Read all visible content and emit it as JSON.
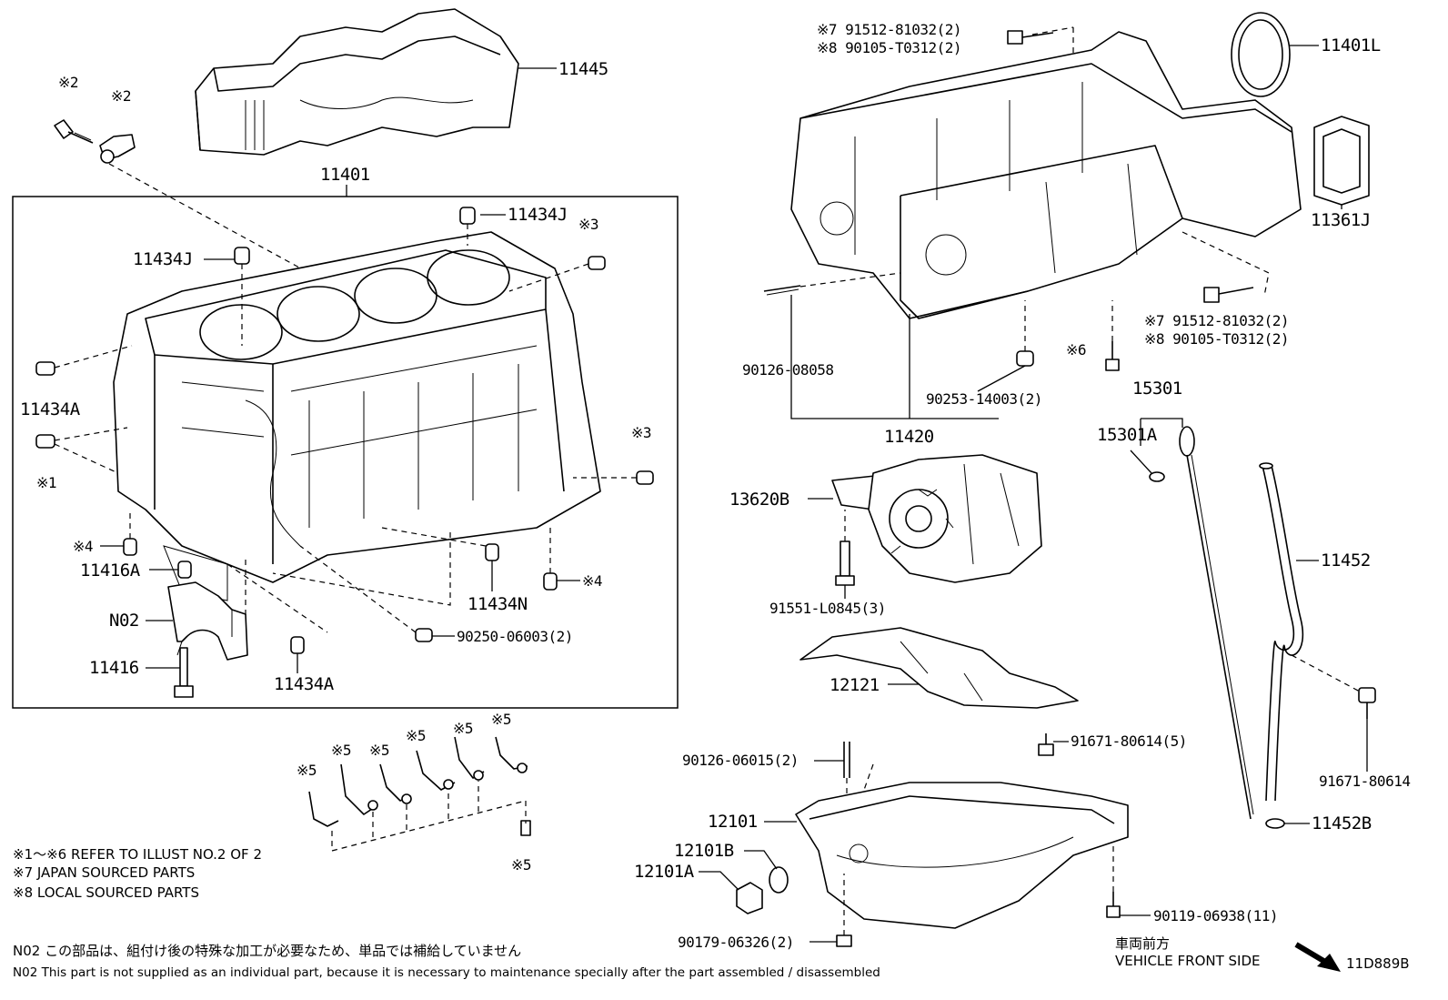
{
  "labels": {
    "p11445": "11445",
    "p11401": "11401",
    "p11401L": "11401L",
    "p11361J": "11361J",
    "p11434J_top": "11434J",
    "p11434J_left": "11434J",
    "p11434A_left": "11434A",
    "p11434A_bottom": "11434A",
    "p11434N": "11434N",
    "p11416A": "11416A",
    "pN02": "N02",
    "p11416": "11416",
    "p90250": "90250-06003(2)",
    "p90126_08058": "90126-08058",
    "p11420": "11420",
    "p90253": "90253-14003(2)",
    "p15301": "15301",
    "p15301A": "15301A",
    "p13620B": "13620B",
    "p91551": "91551-L0845(3)",
    "p11452": "11452",
    "p12121": "12121",
    "p91671_80614_5": "91671-80614(5)",
    "p91671_80614": "91671-80614",
    "p90126_06015": "90126-06015(2)",
    "p12101": "12101",
    "p12101B": "12101B",
    "p12101A": "12101A",
    "p11452B": "11452B",
    "p90119": "90119-06938(11)",
    "p90179": "90179-06326(2)",
    "bolt_top_1": "※7 91512-81032(2)",
    "bolt_top_2": "※8 90105-T0312(2)",
    "bolt_right_1": "※7 91512-81032(2)",
    "bolt_right_2": "※8 90105-T0312(2)",
    "ref2a": "※2",
    "ref2b": "※2",
    "ref3a": "※3",
    "ref3b": "※3",
    "ref1": "※1",
    "ref4a": "※4",
    "ref4b": "※4",
    "ref6": "※6",
    "ref5a": "※5",
    "ref5b": "※5",
    "ref5c": "※5",
    "ref5d": "※5",
    "ref5e": "※5",
    "ref5f": "※5",
    "ref5g": "※5"
  },
  "notes": {
    "n1": "※1～※6 REFER TO ILLUST NO.2 OF 2",
    "n7": "※7 JAPAN SOURCED PARTS",
    "n8": "※8 LOCAL SOURCED PARTS",
    "n02_jp": "N02  この部品は、組付け後の特殊な加工が必要なため、単品では補給していません",
    "n02_en": "N02  This part is not supplied as an individual part, because it is necessary to maintenance specially after the part assembled / disassembled",
    "front_jp": "車両前方",
    "front_en": "VEHICLE FRONT SIDE",
    "diagram_id": "11D889B"
  }
}
